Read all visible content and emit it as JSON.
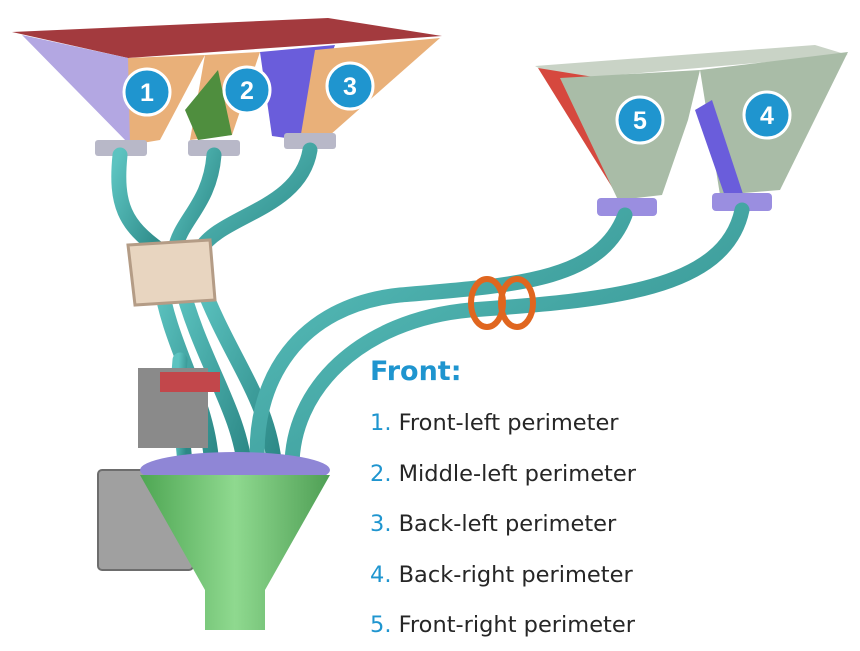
{
  "colors": {
    "accent": "#1f95cf",
    "hose": "#3fa7a5",
    "pipe_rim": "#8f86d6",
    "funnel": "#6cc16f",
    "zone_1": "#b3a7e2",
    "zone_2": "#e9b079",
    "zone_3": "#6a5ddb",
    "zone_4": "#a9bca7",
    "zone_5": "#d6483e"
  },
  "zones": [
    {
      "number": "1",
      "side": "left"
    },
    {
      "number": "2",
      "side": "left"
    },
    {
      "number": "3",
      "side": "left"
    },
    {
      "number": "5",
      "side": "right"
    },
    {
      "number": "4",
      "side": "right"
    }
  ],
  "legend": {
    "title": "Front:",
    "items": [
      {
        "number": "1.",
        "text": "Front-left perimeter"
      },
      {
        "number": "2.",
        "text": "Middle-left perimeter"
      },
      {
        "number": "3.",
        "text": "Back-left perimeter"
      },
      {
        "number": "4.",
        "text": "Back-right perimeter"
      },
      {
        "number": "5.",
        "text": "Front-right perimeter"
      }
    ]
  }
}
